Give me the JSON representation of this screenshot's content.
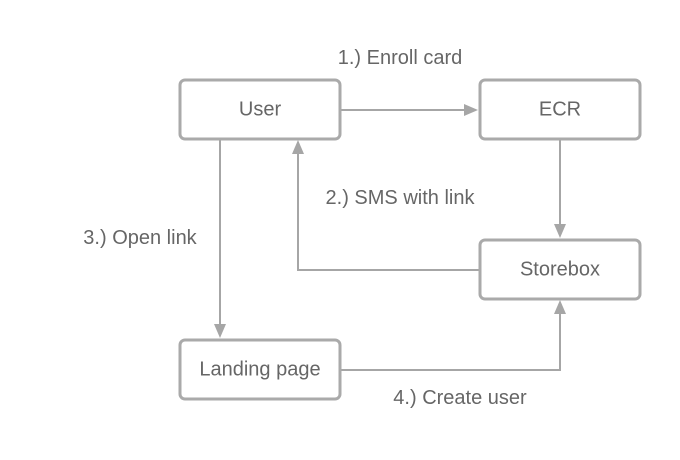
{
  "nodes": {
    "user": {
      "label": "User"
    },
    "ecr": {
      "label": "ECR"
    },
    "storebox": {
      "label": "Storebox"
    },
    "landing": {
      "label": "Landing page"
    }
  },
  "edges": {
    "enroll": {
      "label": "1.) Enroll card"
    },
    "sms": {
      "label": "2.) SMS with link"
    },
    "open": {
      "label": "3.) Open link"
    },
    "create": {
      "label": "4.) Create user"
    }
  },
  "colors": {
    "box_stroke": "#aaaaaa",
    "line": "#a6a6a6",
    "text": "#666666"
  }
}
